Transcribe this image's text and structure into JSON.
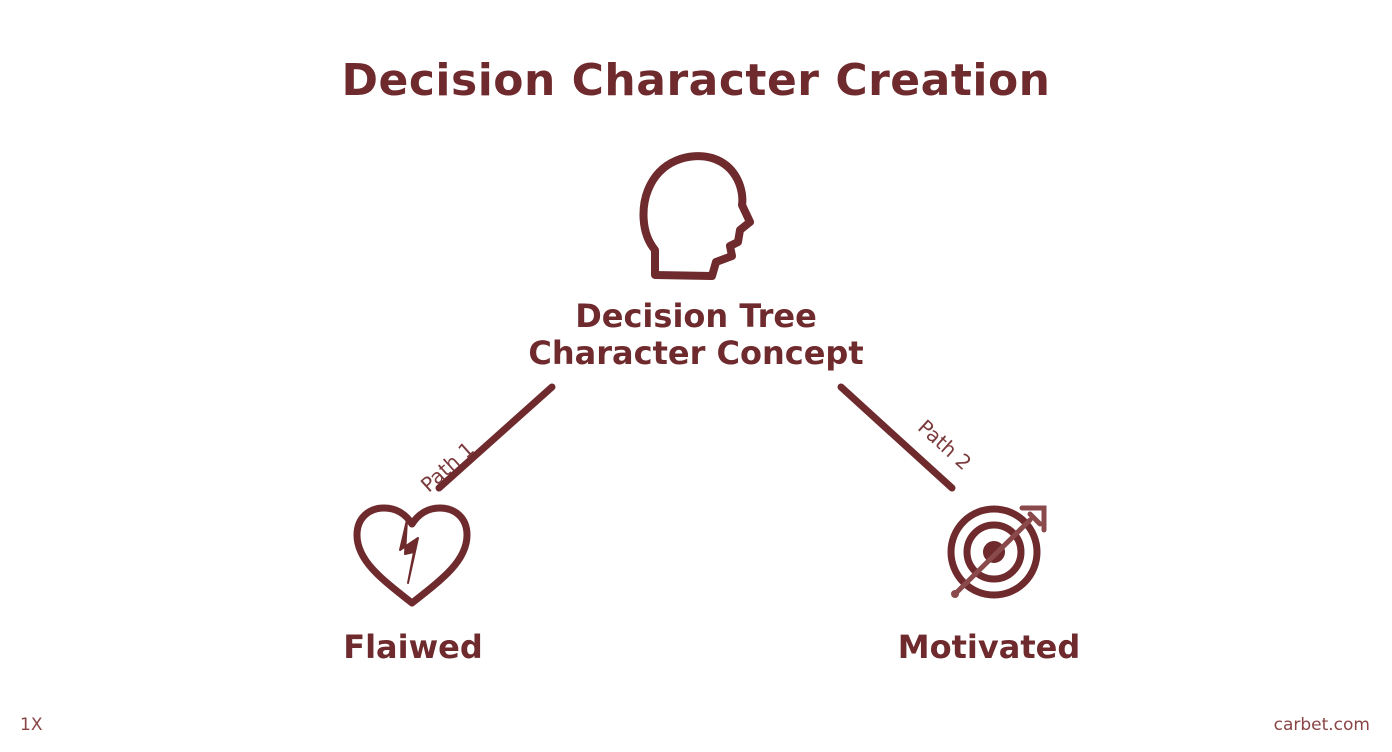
{
  "title": "Decision Character Creation",
  "root": {
    "line1": "Decision Tree",
    "line2": "Character Concept",
    "icon": "head-profile-icon"
  },
  "branches": [
    {
      "label": "Path 1",
      "leaf": "Flaiwed",
      "icon": "broken-heart-icon"
    },
    {
      "label": "Path 2",
      "leaf": "Motivated",
      "icon": "target-arrow-icon"
    }
  ],
  "footer": {
    "left": "1X",
    "right": "carbet.com"
  },
  "colors": {
    "primary": "#6e2a2c",
    "background": "#ffffff"
  }
}
